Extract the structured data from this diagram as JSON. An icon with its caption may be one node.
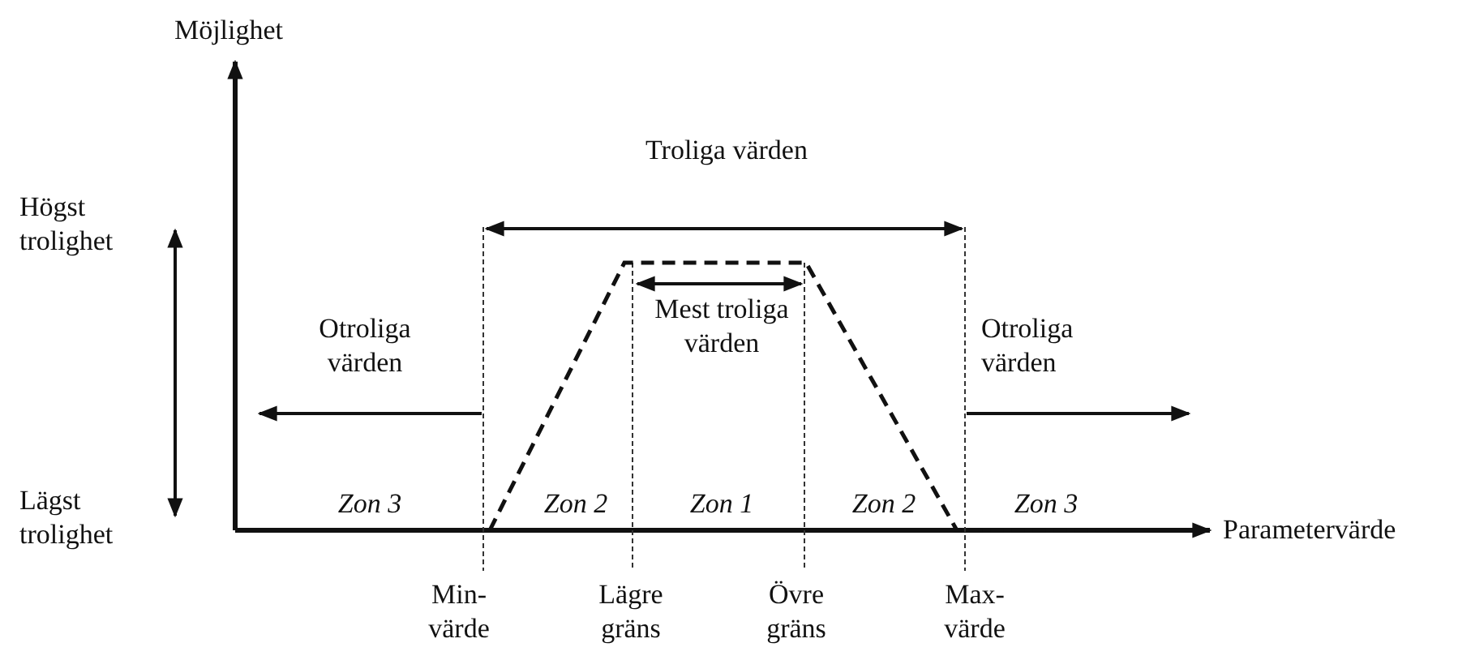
{
  "diagram": {
    "labels": [
      "Möjlighet",
      "Troliga värden",
      "Högst trolighet",
      "Otroliga värden",
      "Mest troliga värden",
      "Otroliga värden",
      "Lägst trolighet",
      "Zon 3",
      "Zon 2",
      "Zon 1",
      "Zon 2",
      "Zon 3",
      "Parametervärde",
      "Min- värde",
      "Lägre gräns",
      "Övre gräns",
      "Max- värde"
    ]
  }
}
